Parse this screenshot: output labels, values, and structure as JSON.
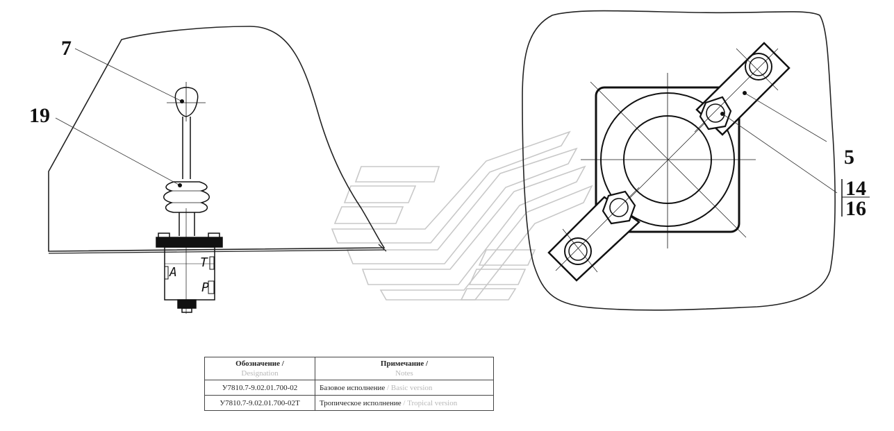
{
  "callouts": {
    "c7": "7",
    "c19": "19",
    "c5": "5",
    "c14": "14",
    "c16": "16"
  },
  "housing_marks": {
    "t": "T",
    "a": "A",
    "p": "P"
  },
  "table": {
    "header_designation_ru": "Обозначение /",
    "header_designation_en": "Designation",
    "header_notes_ru": "Примечание /",
    "header_notes_en": "Notes",
    "rows": [
      {
        "designation": "У7810.7-9.02.01.700-02",
        "note_ru": "Базовое исполнение",
        "sep": "/",
        "note_en": "Basic version"
      },
      {
        "designation": "У7810.7-9.02.01.700-02Т",
        "note_ru": "Тропическое исполнение",
        "sep": "/",
        "note_en": "Tropical version"
      }
    ]
  }
}
